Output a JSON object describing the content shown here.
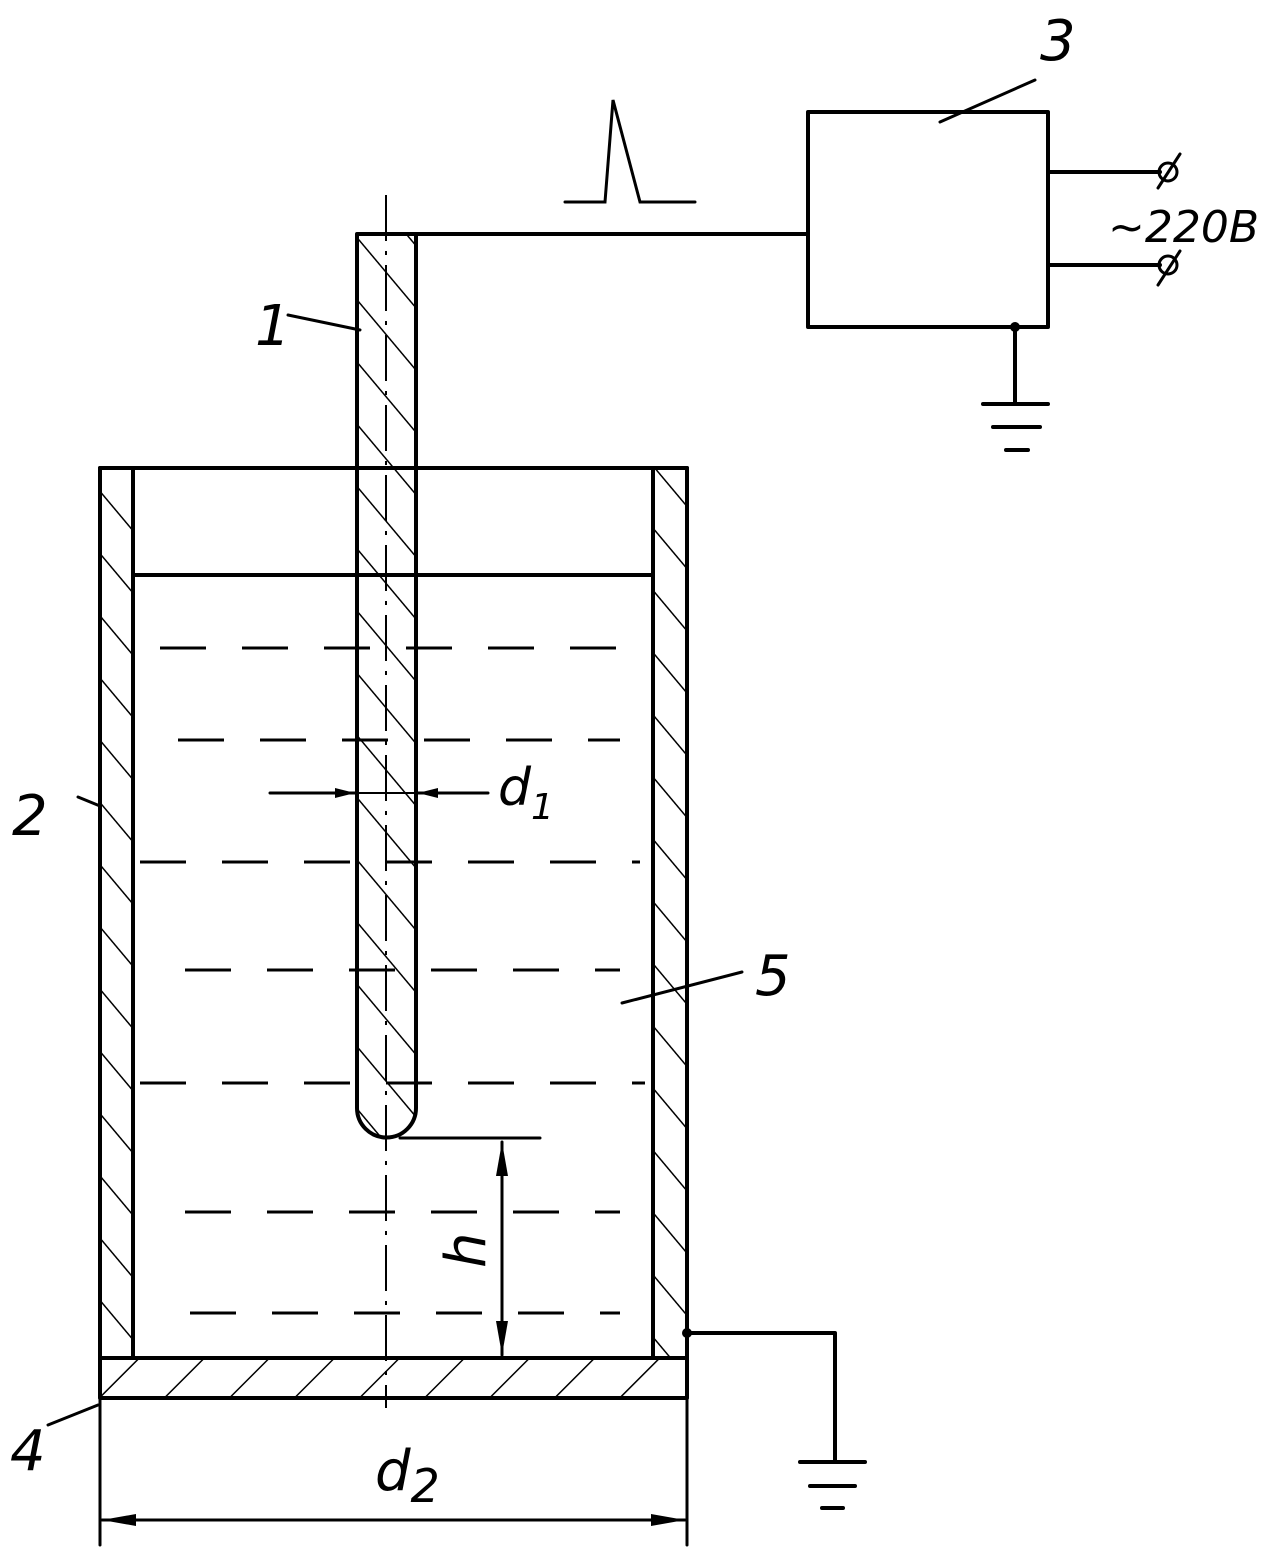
{
  "labels": {
    "electrode": "1",
    "vessel_wall": "2",
    "generator": "3",
    "vessel_bottom": "4",
    "liquid": "5",
    "voltage": "~220В",
    "d1": "d",
    "d1_sub": "1",
    "d2": "d",
    "d2_sub": "2",
    "h": "h"
  }
}
